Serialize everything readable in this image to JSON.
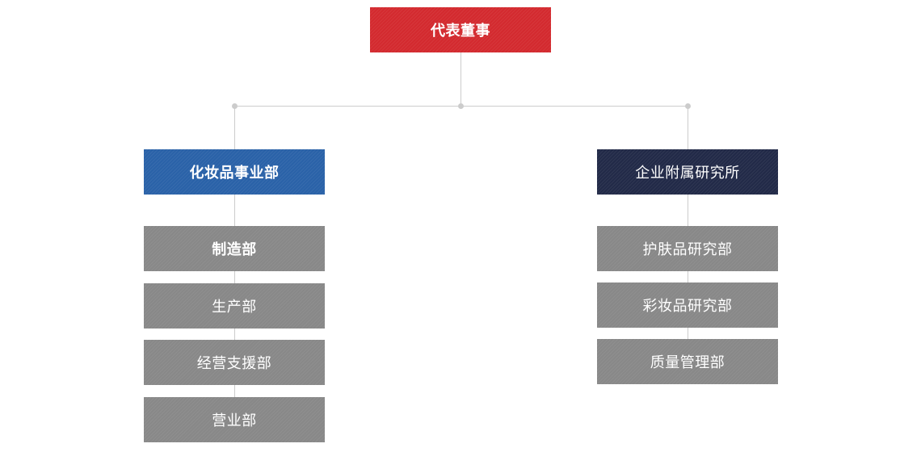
{
  "org_chart": {
    "top": {
      "label": "代表董事",
      "color": "#d32a2f"
    },
    "divisions": [
      {
        "label": "化妆品事业部",
        "color": "#2a62a8",
        "departments": [
          "制造部",
          "生产部",
          "经营支援部",
          "营业部"
        ]
      },
      {
        "label": "企业附属研究所",
        "color": "#222a48",
        "departments": [
          "护肤品研究部",
          "彩妆品研究部",
          "质量管理部"
        ]
      }
    ],
    "department_color": "#888888",
    "connector_color": "#cccccc"
  }
}
